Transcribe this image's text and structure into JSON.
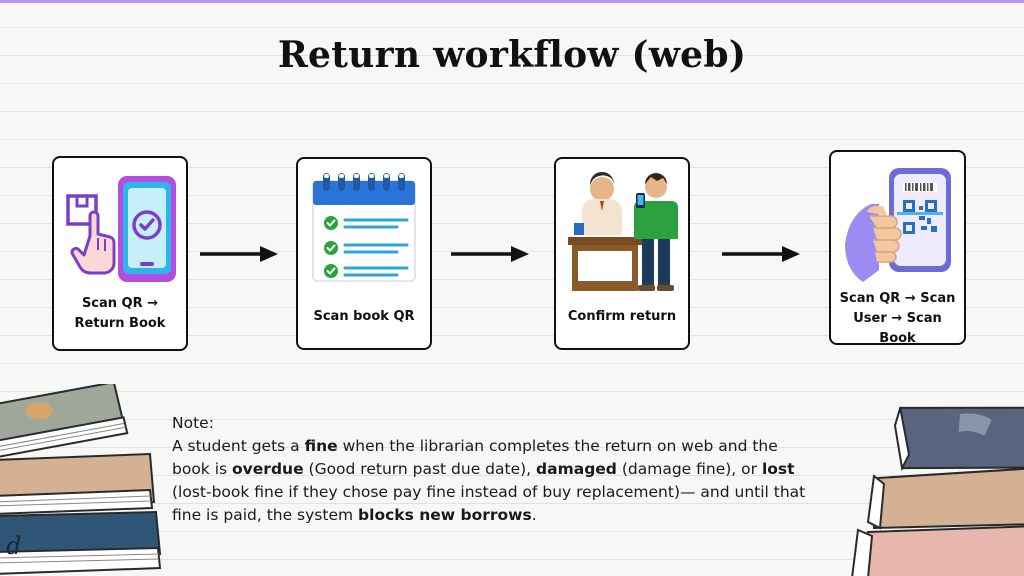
{
  "title": "Return workflow (web)",
  "steps": [
    {
      "label": "Scan QR →\nReturn Book",
      "icon": "phone-scan-icon"
    },
    {
      "label": "Scan book QR",
      "icon": "checklist-icon"
    },
    {
      "label": "Confirm return",
      "icon": "librarian-student-icon"
    },
    {
      "label": "Scan QR → Scan\nUser → Scan Book",
      "icon": "hand-phone-qr-icon"
    }
  ],
  "note": {
    "heading": "Note:",
    "p1": "A student gets a ",
    "fine": "fine",
    "p2": " when the librarian completes the return on web and the book is ",
    "overdue": "overdue",
    "p3": " (Good return past due date), ",
    "damaged": "damaged",
    "p4": " (damage fine), or ",
    "lost": "lost",
    "p5": " (lost-book fine if they chose pay fine instead of buy replacement)— and until that fine is paid, the system ",
    "blocks": "blocks new borrows",
    "p6": "."
  },
  "book_spine_letter": "d",
  "colors": {
    "accent_bar": "#b69cf0",
    "purple": "#a44ae0",
    "blue": "#2ea4df",
    "green": "#2ca140"
  }
}
